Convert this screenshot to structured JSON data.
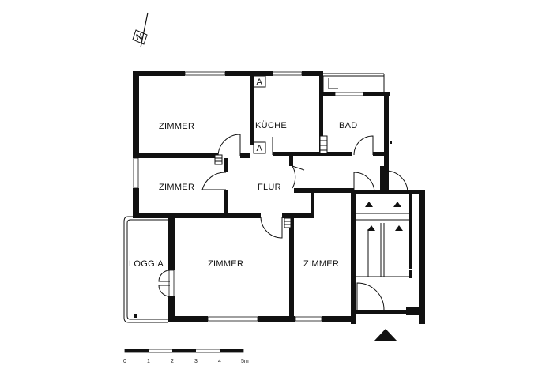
{
  "rooms": {
    "zimmer_top_left": "ZIMMER",
    "kueche": "KÜCHE",
    "bad": "BAD",
    "zimmer_mid_left": "ZIMMER",
    "flur": "FLUR",
    "loggia": "LOGGIA",
    "zimmer_bottom_mid": "ZIMMER",
    "zimmer_bottom_right": "ZIMMER"
  },
  "markers": {
    "a_top": "A",
    "a_bottom": "A"
  },
  "compass": {
    "north_letter": "N"
  },
  "scale_bar": {
    "labels": [
      "0",
      "1",
      "2",
      "3",
      "4",
      "5m"
    ]
  }
}
